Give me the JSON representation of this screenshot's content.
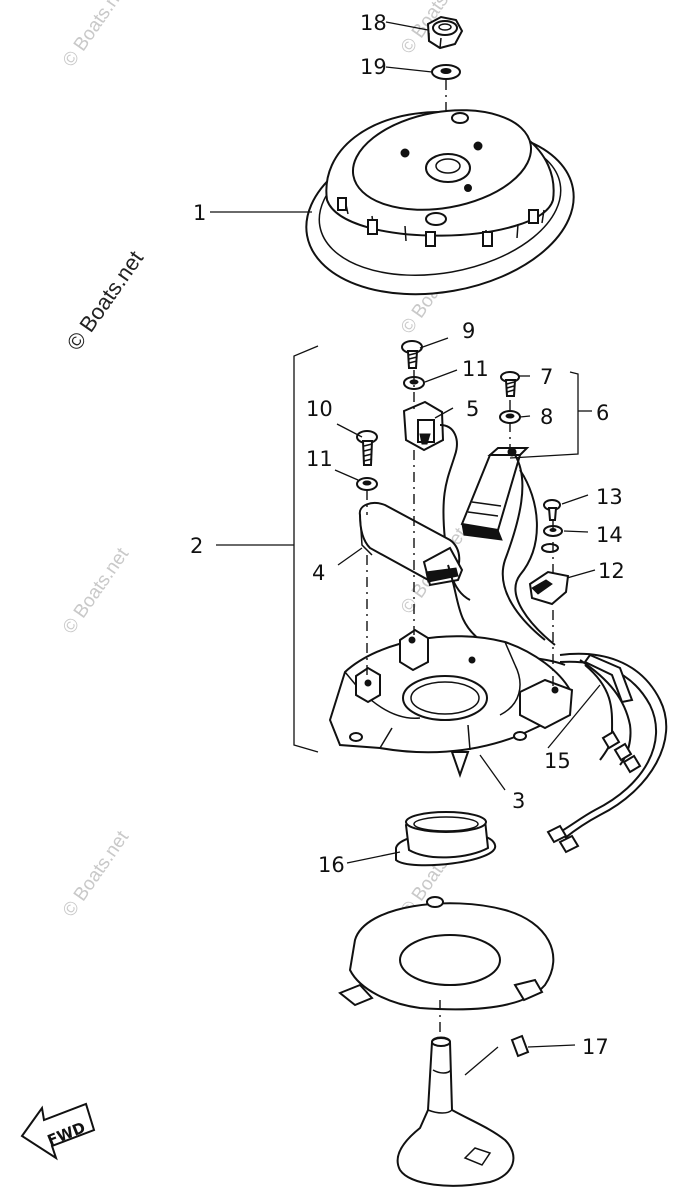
{
  "diagram": {
    "watermark": "© Boats.net",
    "fwd_label": "FWD",
    "callouts": {
      "c1": "1",
      "c2": "2",
      "c3": "3",
      "c4": "4",
      "c5": "5",
      "c6": "6",
      "c7": "7",
      "c8": "8",
      "c9": "9",
      "c10": "10",
      "c11a": "11",
      "c11b": "11",
      "c12": "12",
      "c13": "13",
      "c14": "14",
      "c15": "15",
      "c16": "16",
      "c17": "17",
      "c18": "18",
      "c19": "19"
    }
  }
}
